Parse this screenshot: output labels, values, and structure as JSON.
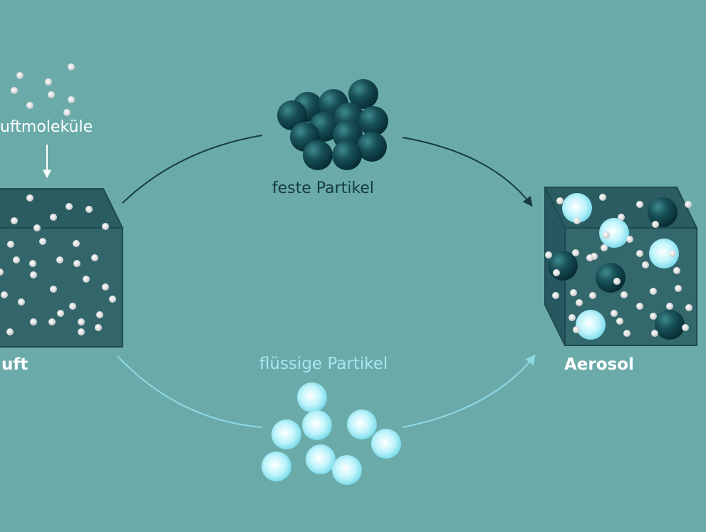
{
  "labels": {
    "air_molecules": "uftmoleküle",
    "air": "uft",
    "solid_particles": "feste Partikel",
    "liquid_particles": "flüssige Partikel",
    "aerosol": "Aerosol"
  },
  "colors": {
    "background": "#6aabaa",
    "cube_face": "#2f6267",
    "cube_edge": "#1f4a50",
    "solid_particle": "#0f3c45",
    "liquid_particle": "#9cecf6",
    "liquid_text": "#a7e6ef",
    "arrow_top": "#183c40",
    "arrow_bottom": "#8ddbe6",
    "air_molecule": "#e6e6e6"
  },
  "icons": [
    "air-molecule-dot",
    "solid-particle-sphere",
    "liquid-particle-sphere",
    "cube"
  ]
}
